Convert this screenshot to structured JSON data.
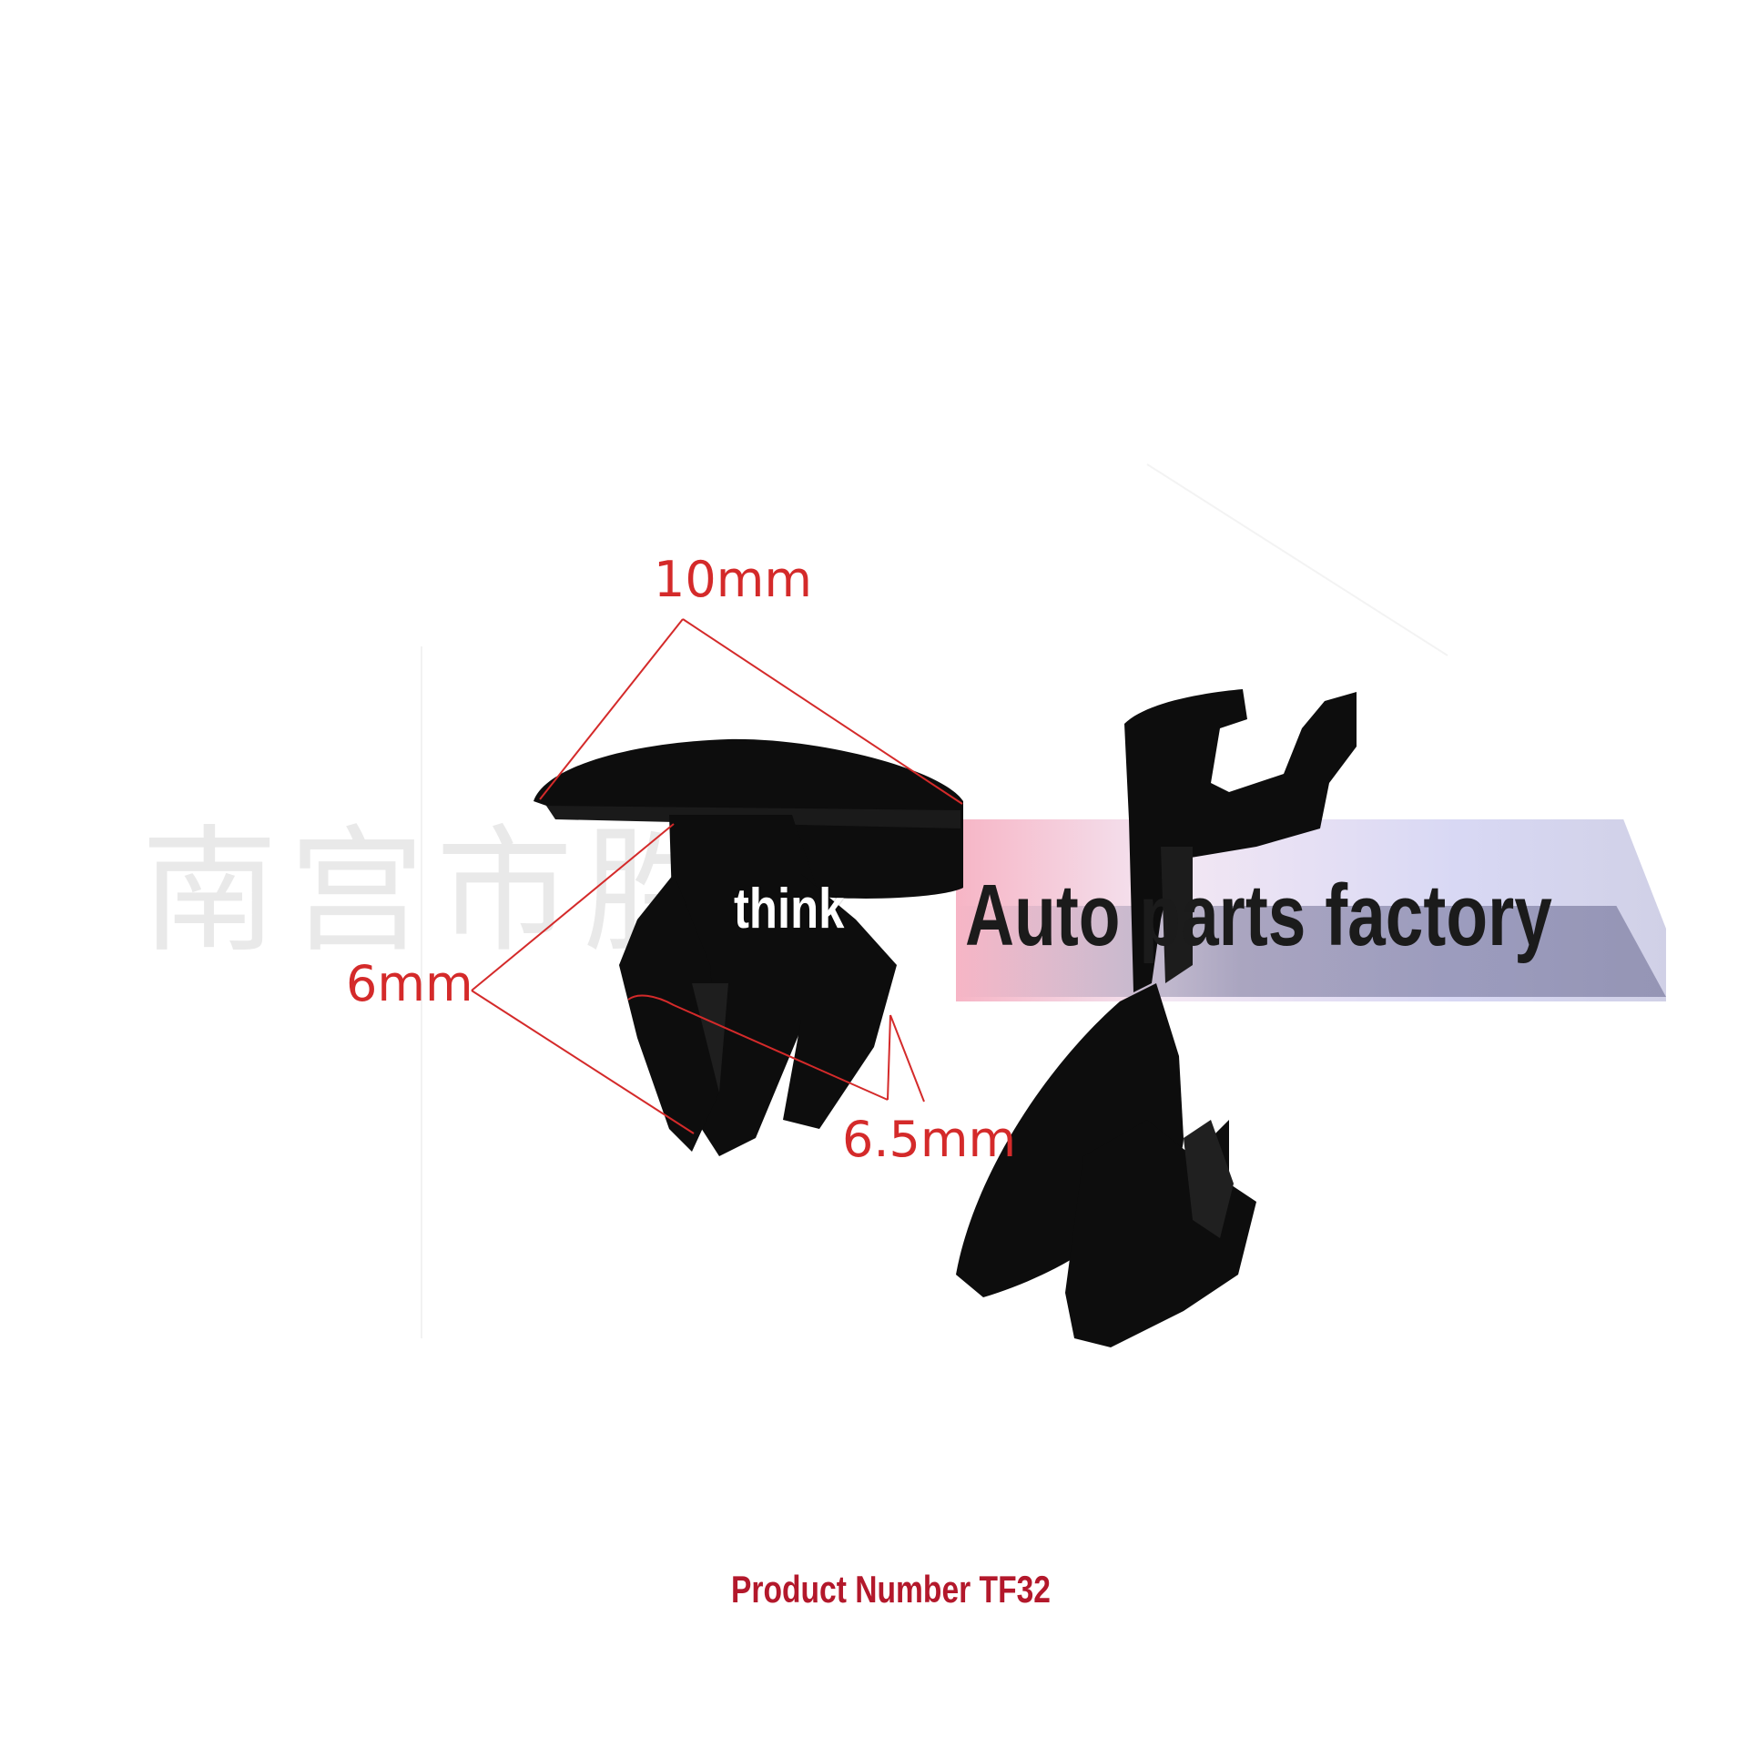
{
  "watermark": {
    "chinese_text": "南宫市胜",
    "think_text": "think"
  },
  "banner": {
    "text": "Auto parts factory"
  },
  "dimensions": {
    "head_diameter": "10mm",
    "head_to_leg": "6mm",
    "leg_span": "6.5mm",
    "line_color": "#d42a2a"
  },
  "product": {
    "label": "Product Number TF32",
    "color": "#b3182b"
  },
  "colors": {
    "clip": "#0c0c0c",
    "background": "#ffffff"
  }
}
